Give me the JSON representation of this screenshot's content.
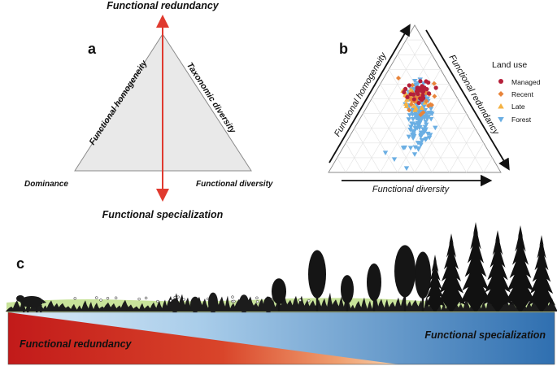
{
  "panel_a": {
    "letter": "a",
    "top_label": "Functional redundancy",
    "bottom_label": "Functional specialization",
    "left_side": "Functional homogeneity",
    "right_side": "Taxonomic diversity",
    "left_corner": "Dominance",
    "right_corner": "Functional diversity"
  },
  "panel_b": {
    "letter": "b",
    "left_axis": "Functional homogeneity",
    "right_axis": "Functional redundancy",
    "bottom_axis": "Functional diversity",
    "legend_title": "Land use",
    "legend": [
      {
        "label": "Managed",
        "color": "#b5203a",
        "shape": "circle"
      },
      {
        "label": "Recent",
        "color": "#e8843a",
        "shape": "diamond"
      },
      {
        "label": "Late",
        "color": "#f4b243",
        "shape": "triangle-up"
      },
      {
        "label": "Forest",
        "color": "#6aaee3",
        "shape": "triangle-down"
      }
    ]
  },
  "panel_c": {
    "letter": "c",
    "left_label": "Functional redundancy",
    "right_label": "Functional specialization"
  },
  "colors": {
    "arrow_red": "#e03a2f",
    "triangle_fill": "#e9e9e9",
    "red_wedge": "#c21a1a",
    "blue_wedge": "#2f6fb0",
    "grass": "#c8e39a"
  }
}
